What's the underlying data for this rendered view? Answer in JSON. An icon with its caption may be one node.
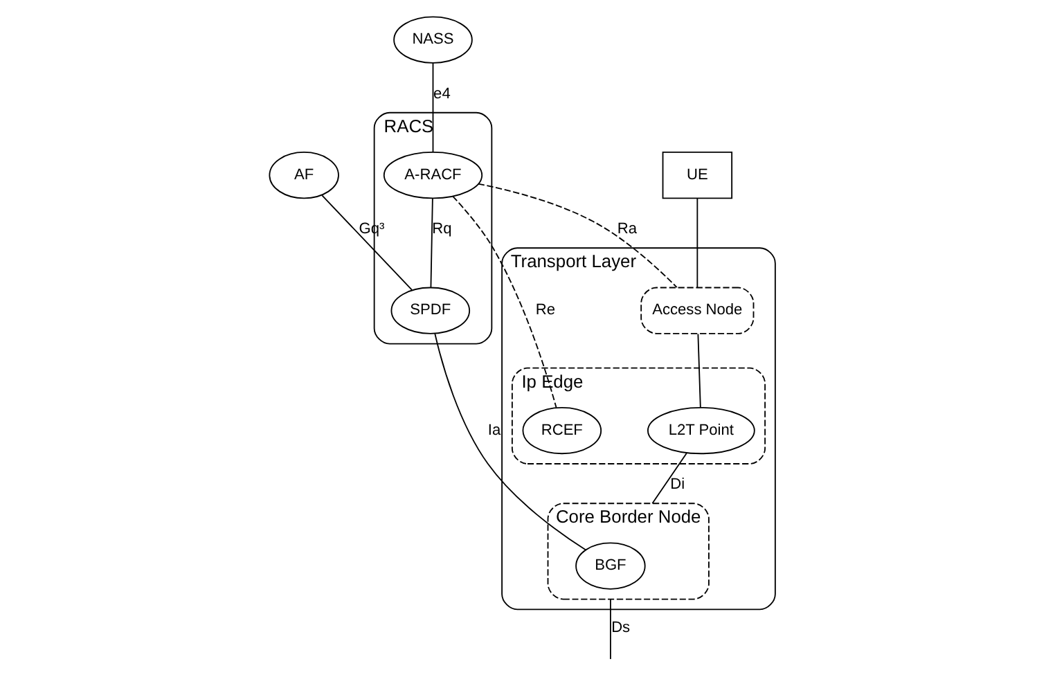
{
  "diagram": {
    "nodes": [
      {
        "text": [
          "AF"
        ]
      },
      {
        "text": [
          "RACS"
        ]
      },
      {
        "text": [
          "SPDF"
        ],
        "in": 1
      },
      {
        "text": [
          "A-RACF"
        ],
        "in": 1
      },
      {
        "text": [
          "NASS"
        ]
      },
      {
        "text": [
          "Transport Layer"
        ]
      },
      {
        "text": [
          "Access Node"
        ],
        "in": 5
      },
      {
        "text": [
          "Ip Edge"
        ],
        "in": 5
      },
      {
        "text": [
          "RCEF"
        ],
        "in": 7
      },
      {
        "text": [
          "L2T Point"
        ],
        "in": 7
      },
      {
        "text": [
          "Core Border Node"
        ],
        "in": 5
      },
      {
        "text": [
          "BGF"
        ],
        "in": 10
      },
      {
        "text": [
          "UE"
        ]
      }
    ],
    "edges": [
      {
        "from": 0,
        "to": 2,
        "arrow": "none",
        "label": "Gq³"
      },
      {
        "from": 4,
        "to": 3,
        "arrow": "none",
        "label": "e4"
      },
      {
        "from": 3,
        "to": 2,
        "arrow": "none",
        "label": "Rq"
      },
      {
        "from": 3,
        "to": 6,
        "arrow": "none",
        "label": "Ra",
        "style": "dashed"
      },
      {
        "from": 3,
        "to": 8,
        "arrow": "none",
        "label": "Re",
        "style": "dashed"
      },
      {
        "from": 2,
        "to": 11,
        "arrow": "none",
        "label": "Ia"
      },
      {
        "from": 12,
        "to": 6,
        "arrow": "none"
      },
      {
        "from": 6,
        "to": 9,
        "arrow": "none"
      },
      {
        "from": 9,
        "to": 10,
        "arrow": "none",
        "label": "Di"
      },
      {
        "from": 10,
        "to": null,
        "arrow": "none",
        "label": "Ds"
      }
    ]
  }
}
